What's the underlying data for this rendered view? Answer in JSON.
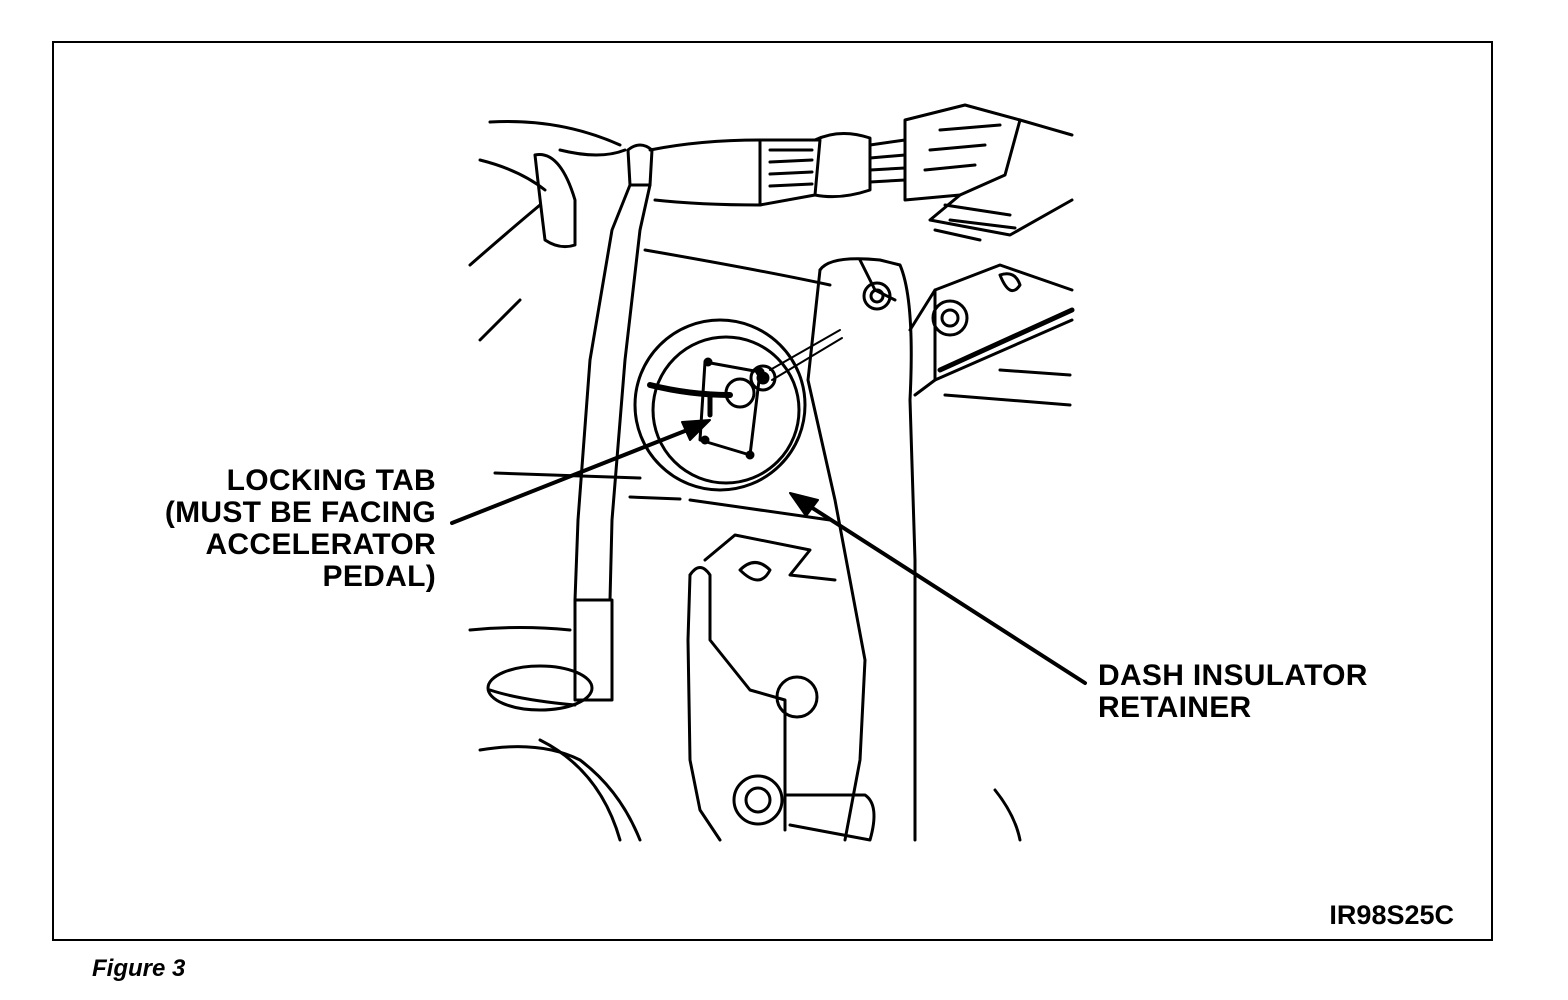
{
  "figure": {
    "caption": "Figure 3",
    "code": "IR98S25C"
  },
  "callouts": {
    "locking_tab": [
      "LOCKING TAB",
      "(MUST BE FACING",
      "ACCELERATOR",
      "PEDAL)"
    ],
    "dash_insulator_retainer": [
      "DASH INSULATOR",
      "RETAINER"
    ]
  }
}
